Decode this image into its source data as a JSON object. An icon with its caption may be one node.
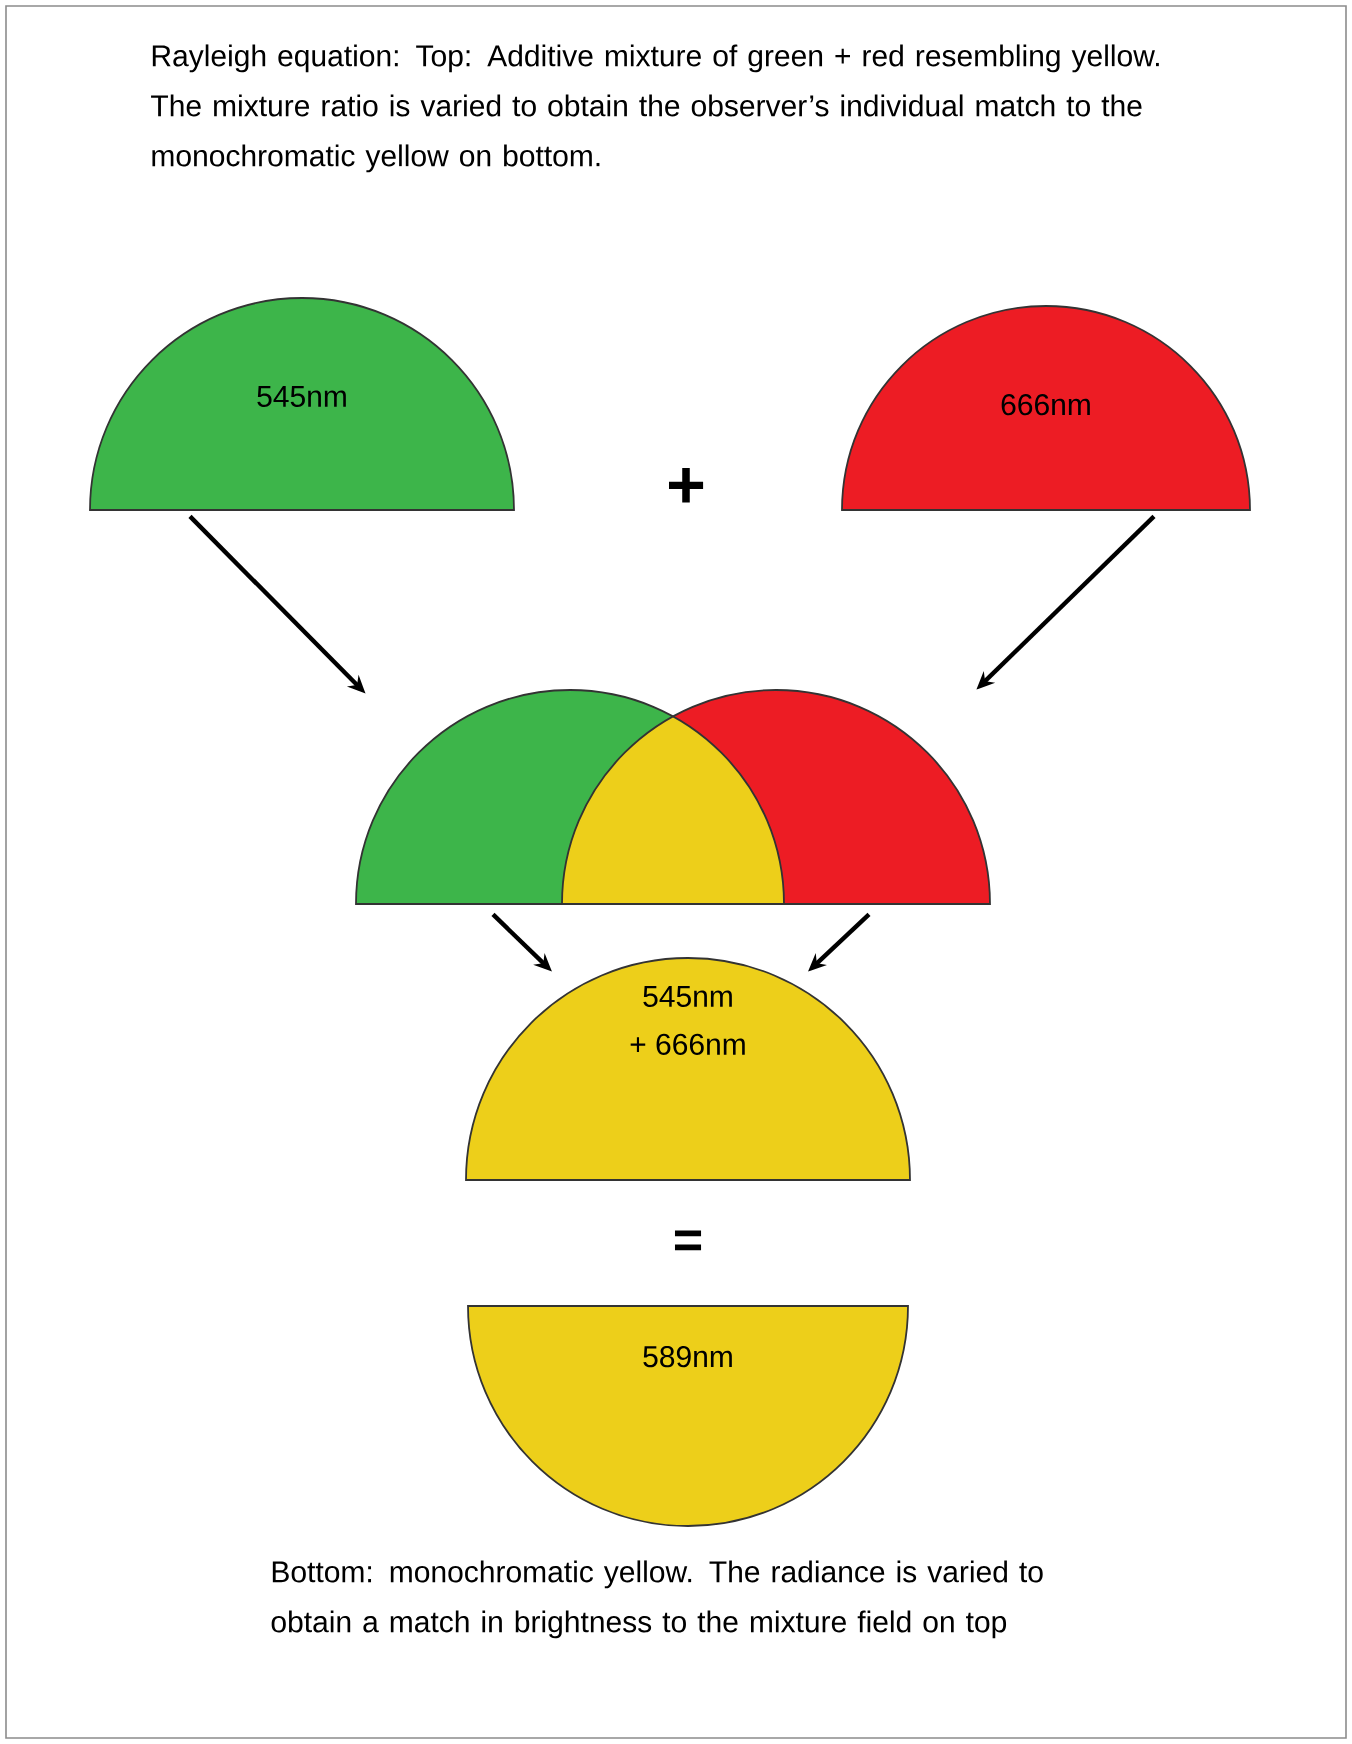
{
  "diagram": {
    "title": "Rayleigh equation: Top:  Additive mixture of green  + red resembling  yellow.  The mixture ratio is varied to obtain the observer’s individual match to the monochromatic yellow on bottom.",
    "caption": "Bottom: monochromatic yellow. The radiance is varied to obtain a match in brightness to the mixture field on top",
    "nodes": [
      {
        "text": [
          "545nm"
        ]
      },
      {
        "text": [
          "666nm"
        ]
      },
      {
        "text": [],
        "shape": "semicircle"
      },
      {
        "text": [
          "545nm + 666nm"
        ]
      },
      {
        "text": [
          "589nm"
        ]
      }
    ],
    "edges": [
      {
        "from": 0,
        "to": 2,
        "arrow": "to"
      },
      {
        "from": 1,
        "to": 2,
        "arrow": "to"
      },
      {
        "from": 2,
        "to": 3,
        "arrow": "to"
      },
      {
        "from": 2,
        "to": 3,
        "arrow": "to"
      }
    ],
    "labels": [
      "+",
      "="
    ]
  }
}
